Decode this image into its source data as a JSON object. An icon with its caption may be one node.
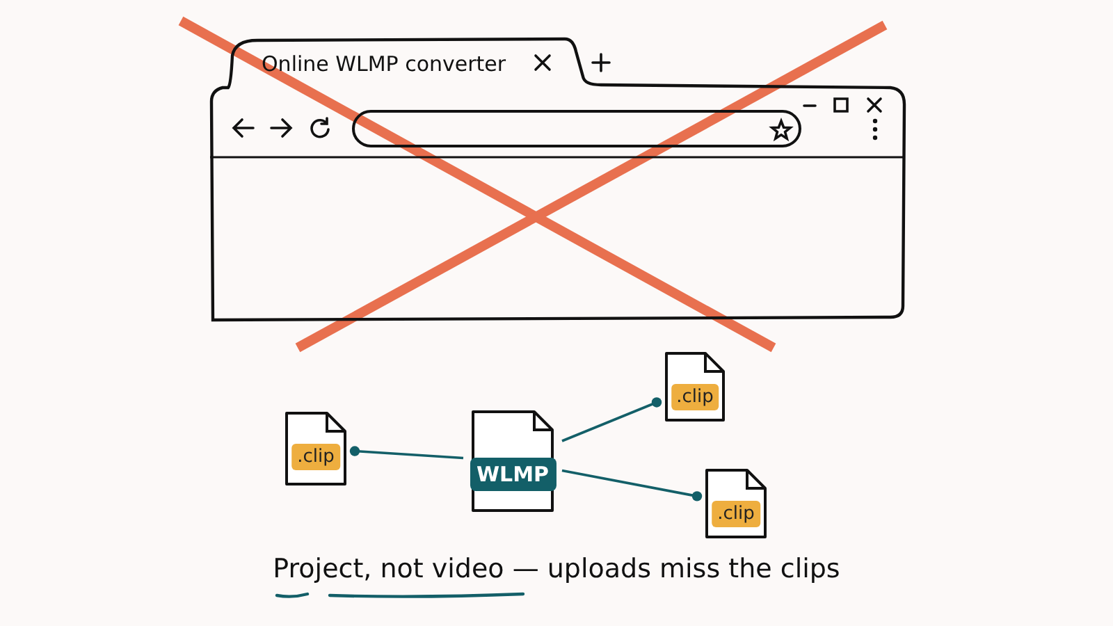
{
  "diagram": {
    "caption": "Project, not video — uploads miss the clips",
    "nodes": [
      {
        "text": [
          "Online WLMP converter"
        ]
      },
      {
        "text": [
          ".clip"
        ]
      },
      {
        "text": [
          "WLMP"
        ]
      },
      {
        "text": [
          ".clip"
        ]
      },
      {
        "text": [
          ".clip"
        ]
      }
    ],
    "edges": [
      {
        "from": 2,
        "to": 1,
        "arrow": "other"
      },
      {
        "from": 2,
        "to": 3,
        "arrow": "other"
      },
      {
        "from": 2,
        "to": 4,
        "arrow": "other"
      }
    ]
  }
}
